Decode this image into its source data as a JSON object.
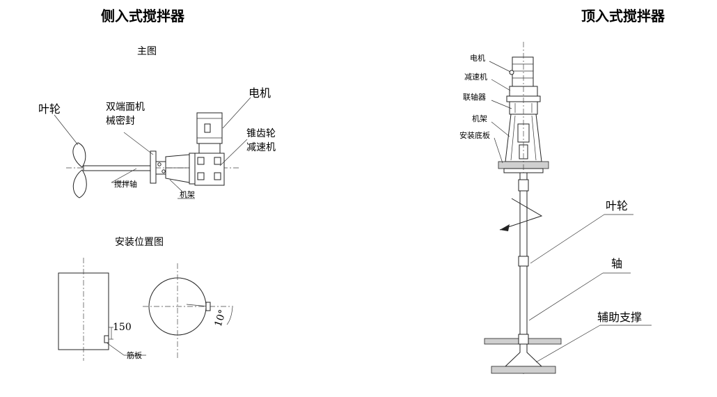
{
  "side_mixer": {
    "title": "侧入式搅拌器",
    "main_view_title": "主图",
    "labels": {
      "impeller": "叶轮",
      "seal_line1": "双端面机",
      "seal_line2": "械密封",
      "motor": "电机",
      "gear_line1": "锥齿轮",
      "gear_line2": "减速机",
      "shaft": "搅拌轴",
      "frame": "机架"
    },
    "install_title": "安装位置图",
    "install_labels": {
      "distance": "150",
      "rib": "筋板",
      "angle": "10°"
    }
  },
  "top_mixer": {
    "title": "顶入式搅拌器",
    "labels": {
      "motor": "电机",
      "reducer": "减速机",
      "coupling": "联轴器",
      "frame": "机架",
      "base_plate": "安装底板",
      "impeller": "叶轮",
      "shaft": "轴",
      "support": "辅助支撑"
    }
  }
}
